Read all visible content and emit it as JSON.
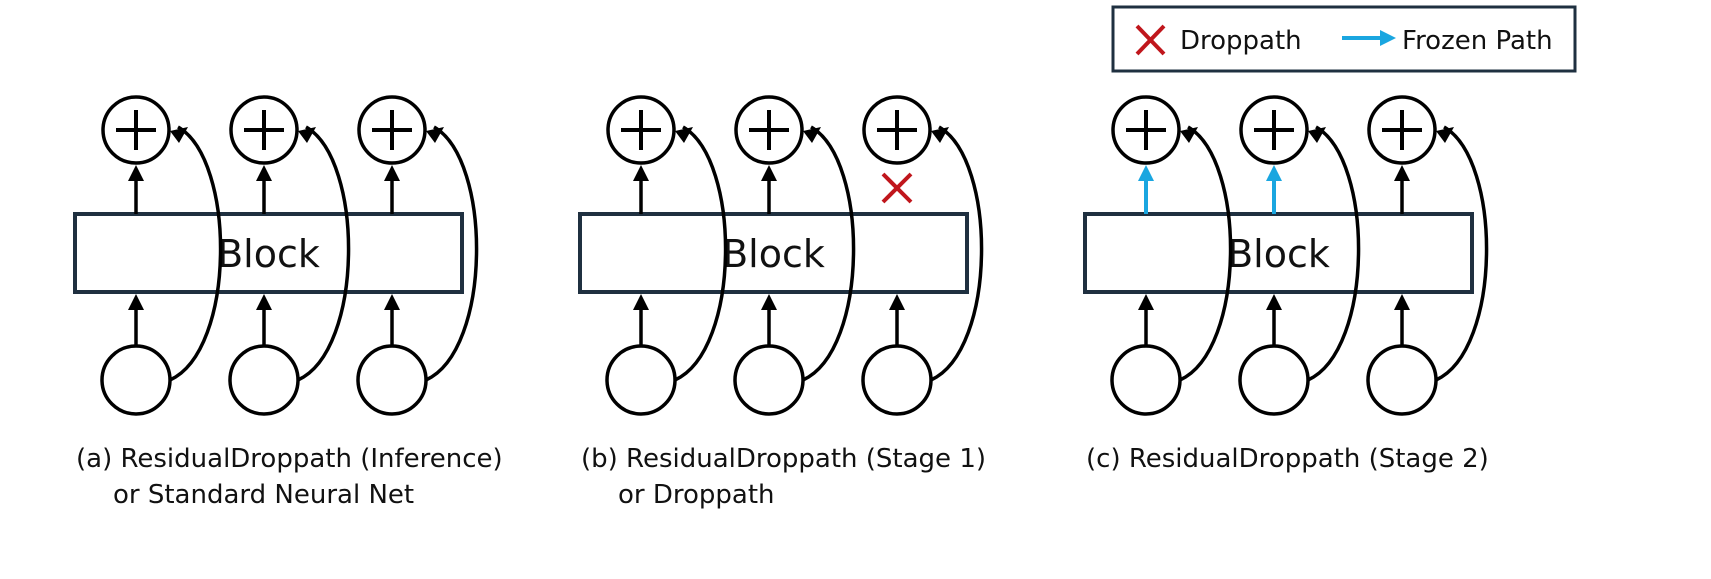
{
  "legend": {
    "droppath_label": "Droppath",
    "frozen_label": "Frozen Path"
  },
  "colors": {
    "stroke": "#000000",
    "block_border": "#1f3040",
    "droppath_x": "#c0161c",
    "frozen_path": "#1aa6e0",
    "legend_border": "#1f3040"
  },
  "icons": {
    "plus_node": "circled-plus-icon",
    "drop_marker": "x-icon",
    "frozen_marker": "arrow-right-icon"
  },
  "panels": [
    {
      "id": "a",
      "block_label": "Block",
      "caption_line1": "(a) ResidualDroppath (Inference)",
      "caption_line2": "or Standard Neural Net"
    },
    {
      "id": "b",
      "block_label": "Block",
      "caption_line1": "(b) ResidualDroppath (Stage 1)",
      "caption_line2": "or Droppath"
    },
    {
      "id": "c",
      "block_label": "Block",
      "caption_line1": "(c) ResidualDroppath (Stage 2)",
      "caption_line2": ""
    }
  ]
}
